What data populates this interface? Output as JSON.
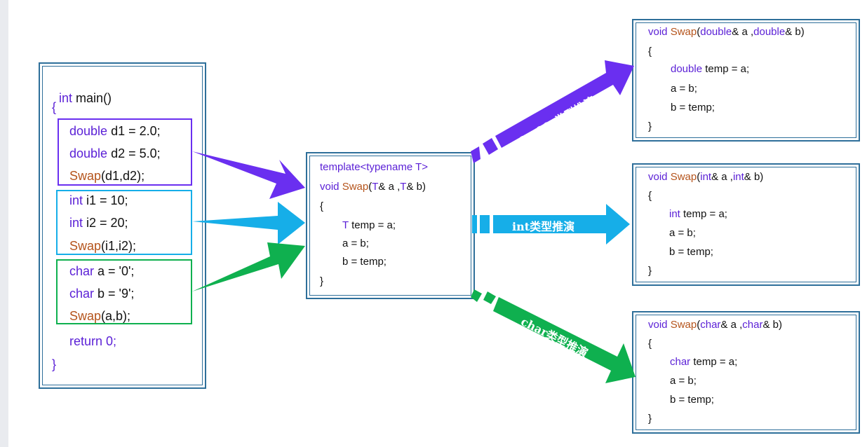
{
  "colors": {
    "border": "#2e6f9a",
    "purple": "#6a2ff0",
    "blue": "#16aee8",
    "green": "#0fb04f",
    "keyword": "#5a1fd6",
    "function": "#b5541c"
  },
  "main_box": {
    "header_kw": "int",
    "header_rest": " main()",
    "open": "{",
    "double_group": [
      {
        "kw": "double",
        "rest": " d1 = 2.0;"
      },
      {
        "kw": "double",
        "rest": " d2 = 5.0;"
      },
      {
        "fn": "Swap",
        "rest": "(d1,d2);"
      }
    ],
    "int_group": [
      {
        "kw": "int",
        "rest": " i1 = 10;"
      },
      {
        "kw": "int",
        "rest": " i2 = 20;"
      },
      {
        "fn": "Swap",
        "rest": "(i1,i2);"
      }
    ],
    "char_group": [
      {
        "kw": "char",
        "rest": " a = '0';"
      },
      {
        "kw": "char",
        "rest": " b = '9';"
      },
      {
        "fn": "Swap",
        "rest": "(a,b);"
      }
    ],
    "return_line": "return 0;",
    "close": "}"
  },
  "template_box": {
    "line1_a": "template<",
    "line1_b": "typename",
    "line1_c": " T>",
    "line2": {
      "kw": "void",
      "fn": "Swap",
      "p1": "(",
      "t1": "T",
      "p2": "& a ,",
      "t2": "T",
      "p3": "& b)"
    },
    "open": "{",
    "body": [
      {
        "t": "T",
        "rest": " temp = a;"
      },
      {
        "rest": "a = b;"
      },
      {
        "rest": "b = temp;"
      }
    ],
    "close": "}"
  },
  "double_box": {
    "sig": {
      "kw": "void",
      "fn": "Swap",
      "p1": "(",
      "ty1": "double",
      "mid": "& a ,",
      "ty2": "double",
      "end": "& b)"
    },
    "open": "{",
    "decl": {
      "kw": "double",
      "rest": " temp = a;"
    },
    "l2": "a = b;",
    "l3": "b = temp;",
    "close": "}"
  },
  "int_box": {
    "sig": {
      "kw": "void",
      "fn": "Swap",
      "p1": "(",
      "ty1": "int",
      "mid": "& a ,",
      "ty2": "int",
      "end": "& b)"
    },
    "open": "{",
    "decl": {
      "kw": "int",
      "rest": " temp = a;"
    },
    "l2": "a = b;",
    "l3": "b = temp;",
    "close": "}"
  },
  "char_box": {
    "sig": {
      "kw": "void",
      "fn": "Swap",
      "p1": "(",
      "ty1": "char",
      "mid": "& a ,",
      "ty2": "char",
      "end": "& b)"
    },
    "open": "{",
    "decl": {
      "kw": "char",
      "rest": " temp = a;"
    },
    "l2": "a = b;",
    "l3": "b = temp;",
    "close": "}"
  },
  "arrow_labels": {
    "double": "double类型推演",
    "int": "int类型推演",
    "char": "char类型推演"
  }
}
